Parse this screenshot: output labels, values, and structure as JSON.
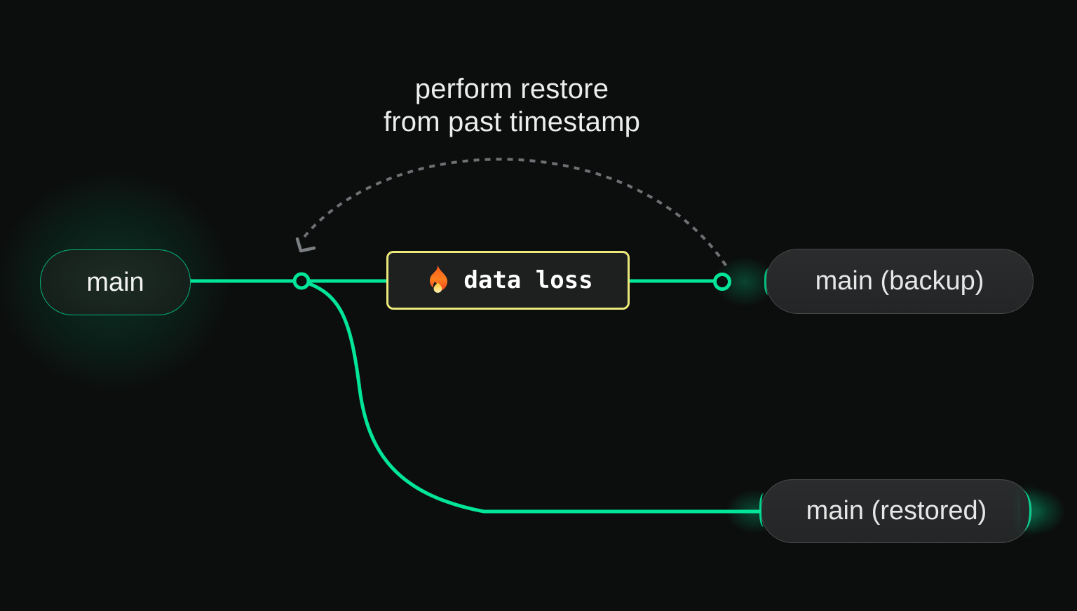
{
  "caption": {
    "line1": "perform restore",
    "line2": "from past timestamp"
  },
  "nodes": {
    "main": {
      "label": "main"
    },
    "backup": {
      "label": "main (backup)"
    },
    "restored": {
      "label": "main (restored)"
    }
  },
  "event": {
    "label": "data loss",
    "icon": "fire-icon"
  },
  "colors": {
    "background": "#0c0d0d",
    "branch_green": "#00e599",
    "event_border_yellow": "#ece97b",
    "event_box_bg": "#1e201f",
    "arc_gray": "#6d7174",
    "node_bg": "#27292a",
    "node_border": "#47494a",
    "caption_text": "#eceded"
  }
}
